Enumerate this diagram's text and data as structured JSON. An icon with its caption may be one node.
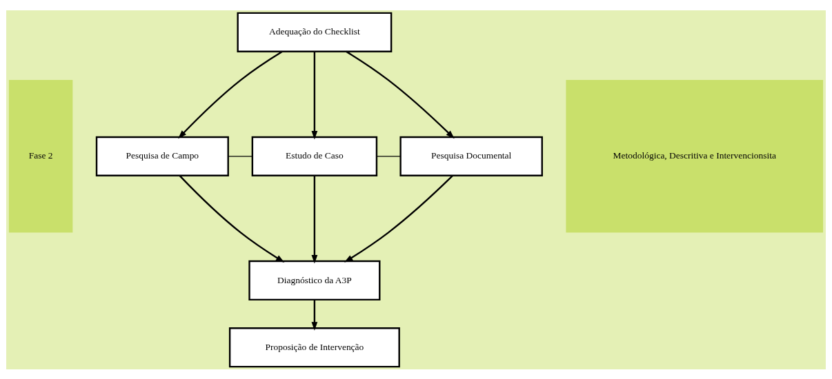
{
  "diagram": {
    "nodes": [
      {
        "text": [
          "Fase 2"
        ]
      },
      {
        "text": [
          "Adequação do Checklist"
        ]
      },
      {
        "text": [
          "Pesquisa de Campo"
        ]
      },
      {
        "text": [
          "Estudo de Caso"
        ]
      },
      {
        "text": [
          "Pesquisa Documental"
        ]
      },
      {
        "text": [
          "Diagnóstico da A3P"
        ]
      },
      {
        "text": [
          "Proposição de Intervenção"
        ]
      },
      {
        "text": [
          "Metodológica, Descritiva e Intervencionsita"
        ]
      }
    ],
    "edges": [
      {
        "from": 1,
        "to": 2,
        "arrow": "to"
      },
      {
        "from": 1,
        "to": 3,
        "arrow": "to"
      },
      {
        "from": 1,
        "to": 4,
        "arrow": "to"
      },
      {
        "from": 2,
        "to": 3,
        "arrow": "none"
      },
      {
        "from": 3,
        "to": 4,
        "arrow": "none"
      },
      {
        "from": 2,
        "to": 5,
        "arrow": "to"
      },
      {
        "from": 3,
        "to": 5,
        "arrow": "to"
      },
      {
        "from": 4,
        "to": 5,
        "arrow": "to"
      },
      {
        "from": 5,
        "to": 6,
        "arrow": "to"
      }
    ]
  }
}
